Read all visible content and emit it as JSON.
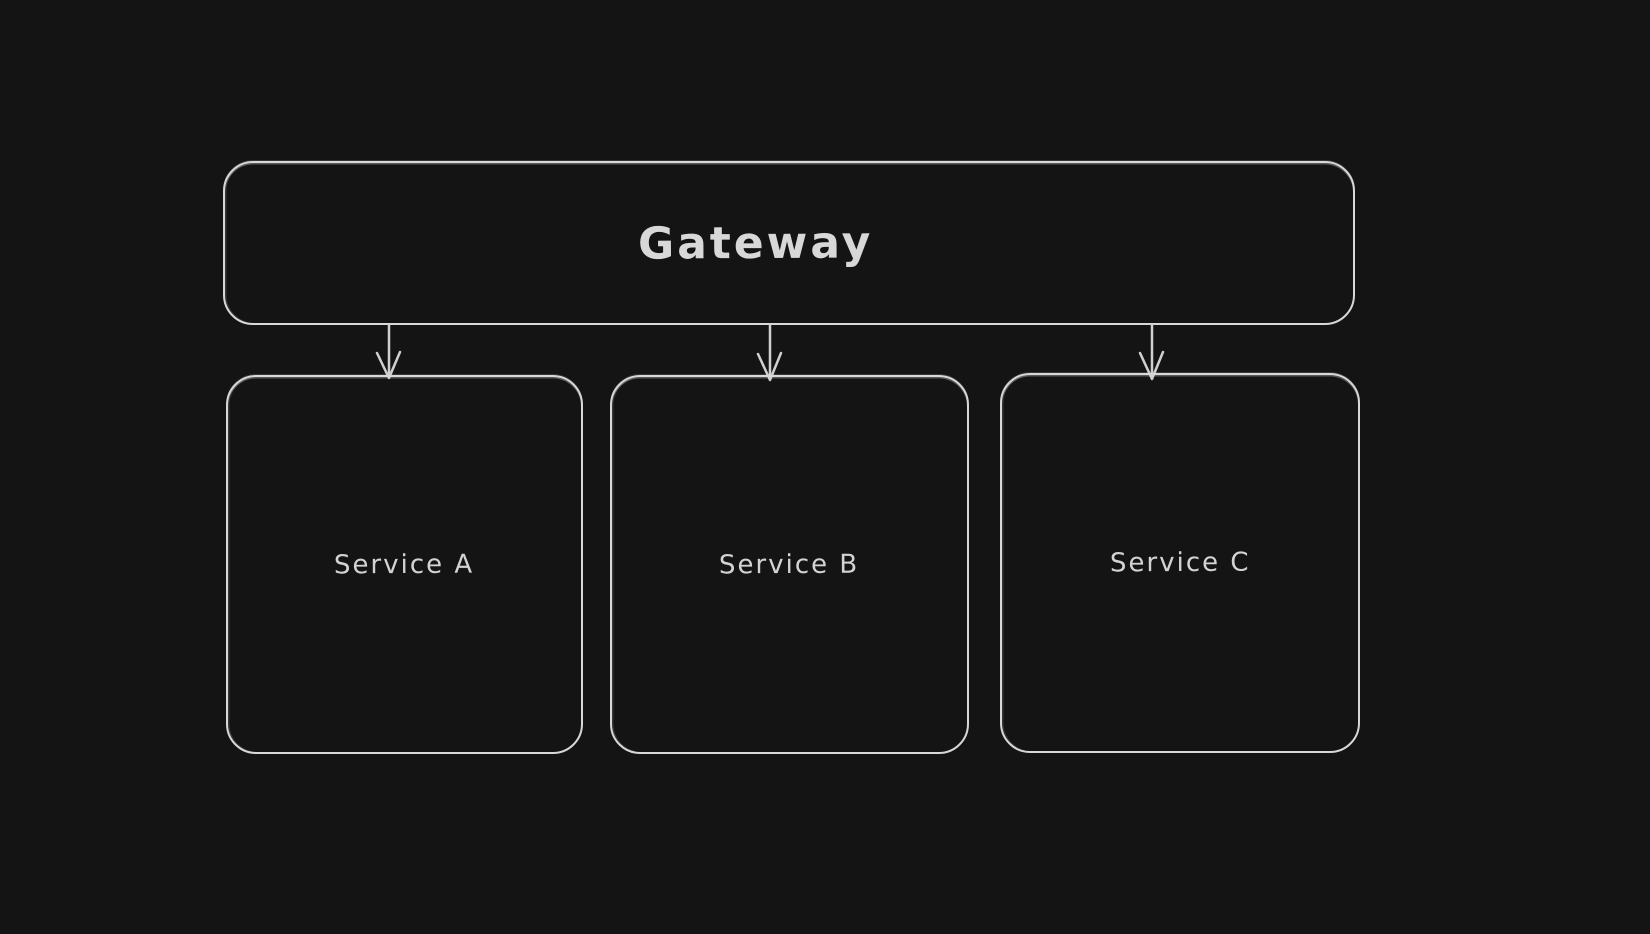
{
  "app": {
    "background_color": "#141414",
    "stroke_color": "#d8d8d8",
    "text_color": "#d3d3d3"
  },
  "diagram": {
    "nodes": [
      {
        "id": "gateway",
        "label": "Gateway",
        "shape": "rounded-rectangle"
      },
      {
        "id": "service-a",
        "label": "Service A",
        "shape": "rounded-rectangle"
      },
      {
        "id": "service-b",
        "label": "Service B",
        "shape": "rounded-rectangle"
      },
      {
        "id": "service-c",
        "label": "Service C",
        "shape": "rounded-rectangle"
      }
    ],
    "edges": [
      {
        "from": "gateway",
        "to": "service-a",
        "style": "arrow-down"
      },
      {
        "from": "gateway",
        "to": "service-b",
        "style": "arrow-down"
      },
      {
        "from": "gateway",
        "to": "service-c",
        "style": "arrow-down"
      }
    ]
  }
}
